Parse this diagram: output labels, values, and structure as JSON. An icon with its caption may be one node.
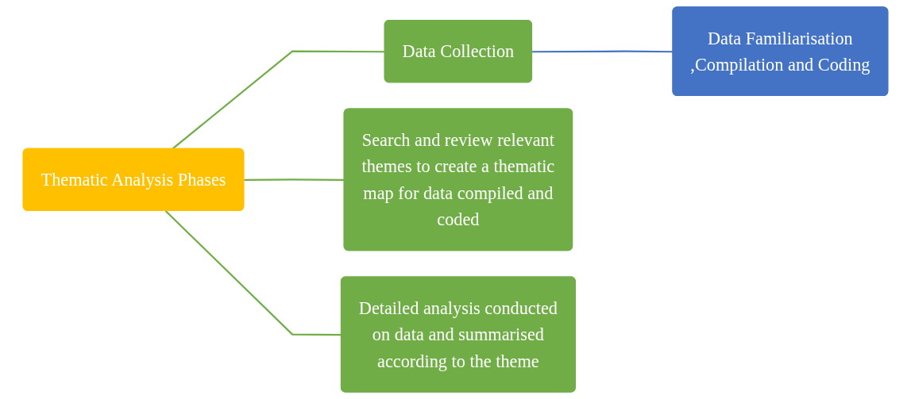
{
  "diagram": {
    "nodes": [
      {
        "text": [
          "Thematic Analysis Phases"
        ]
      },
      {
        "text": [
          "Data Collection"
        ]
      },
      {
        "text": [
          "Search and review relevant themes to create a thematic map for data compiled and coded"
        ]
      },
      {
        "text": [
          "Detailed analysis conducted on data and summarised according to the theme"
        ]
      },
      {
        "text": [
          "Data Familiarisation ,Compilation and Coding"
        ]
      }
    ],
    "edges": [
      {
        "from": 0,
        "to": 1,
        "arrow": "none"
      },
      {
        "from": 0,
        "to": 2,
        "arrow": "none"
      },
      {
        "from": 0,
        "to": 3,
        "arrow": "none"
      },
      {
        "from": 1,
        "to": 4,
        "arrow": "none",
        "color": "#4472c4"
      }
    ]
  }
}
